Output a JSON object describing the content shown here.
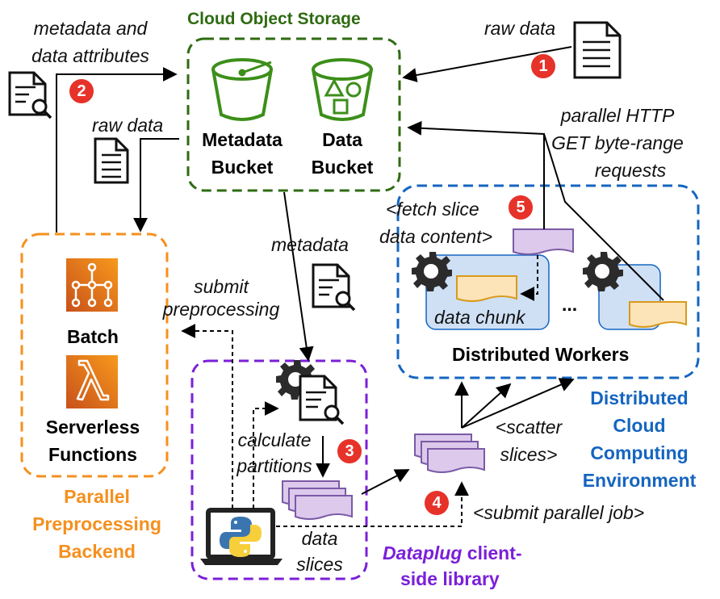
{
  "storage": {
    "title": "Cloud Object Storage",
    "metadata_bucket": [
      "Metadata",
      "Bucket"
    ],
    "data_bucket": [
      "Data",
      "Bucket"
    ]
  },
  "labels": {
    "metadata_attributes": [
      "metadata and",
      "data attributes"
    ],
    "raw_data_top": "raw data",
    "raw_data_left": "raw data",
    "parallel_http": [
      "parallel HTTP",
      "GET byte-range",
      "requests"
    ],
    "fetch_slice": [
      "<fetch slice",
      "data content>"
    ],
    "metadata": "metadata",
    "submit_preprocessing": [
      "submit",
      "preprocessing"
    ],
    "data_chunk": "data chunk",
    "ellipsis": "...",
    "calculate_partitions": [
      "calculate",
      "partitions"
    ],
    "scatter_slices": [
      "<scatter",
      "slices>"
    ],
    "submit_parallel_job": "<submit parallel job>",
    "data_slices": [
      "data",
      "slices"
    ]
  },
  "backend": {
    "batch": "Batch",
    "serverless": [
      "Serverless",
      "Functions"
    ],
    "title": [
      "Parallel",
      "Preprocessing",
      "Backend"
    ]
  },
  "workers": {
    "title": "Distributed Workers",
    "env": [
      "Distributed",
      "Cloud",
      "Computing",
      "Environment"
    ]
  },
  "client": {
    "library_name": "Dataplug",
    "library_rest": " client-",
    "library_line2": "side library"
  },
  "steps": [
    "1",
    "2",
    "3",
    "4",
    "5"
  ],
  "colors": {
    "storage": "#2f6b12",
    "bucket": "#3c8f1a",
    "backend": "#f5901e",
    "workers": "#1565c0",
    "client": "#7b1fd8",
    "badge": "#e63229",
    "slice": "#dcc9ec",
    "chunk": "#fde3b8",
    "worker_box": "#cfe0f5"
  }
}
